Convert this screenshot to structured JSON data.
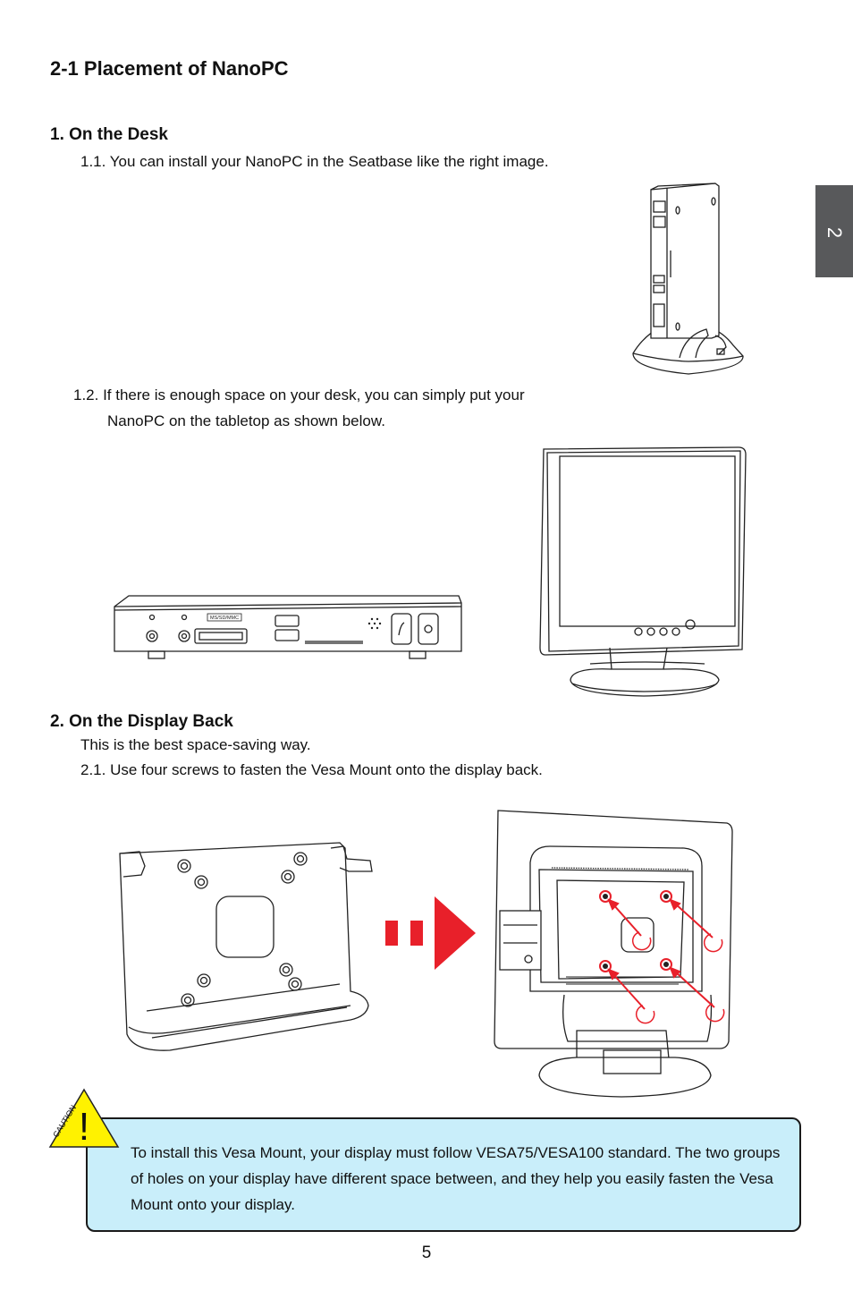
{
  "chapter_tab": "2",
  "section_title": "2-1  Placement of NanoPC",
  "desk": {
    "heading": "1.  On the Desk",
    "step_1_1": "1.1. You can install your NanoPC in the Seatbase like the right image.",
    "step_1_2_line1": "1.2. If there is enough space on your desk, you can simply put your",
    "step_1_2_line2": "NanoPC on the tabletop as shown below."
  },
  "display_back": {
    "heading": "2.  On the Display Back",
    "intro": "This is the best space-saving way.",
    "step_2_1": "2.1. Use four screws to fasten the Vesa Mount onto the display back."
  },
  "figures": {
    "nanopc_card_label": "MS/SD/MMC"
  },
  "caution": {
    "label": "CAUTION",
    "symbol": "!",
    "text": "To install this Vesa Mount, your display must follow VESA75/VESA100 standard. The two groups of holes on your display have different space between, and they help you easily fasten the Vesa Mount onto your display."
  },
  "page_number": "5",
  "colors": {
    "tab": "#58595b",
    "caution_fill": "#c9eefa",
    "caution_triangle": "#fff200",
    "arrow_red": "#e8202a"
  }
}
